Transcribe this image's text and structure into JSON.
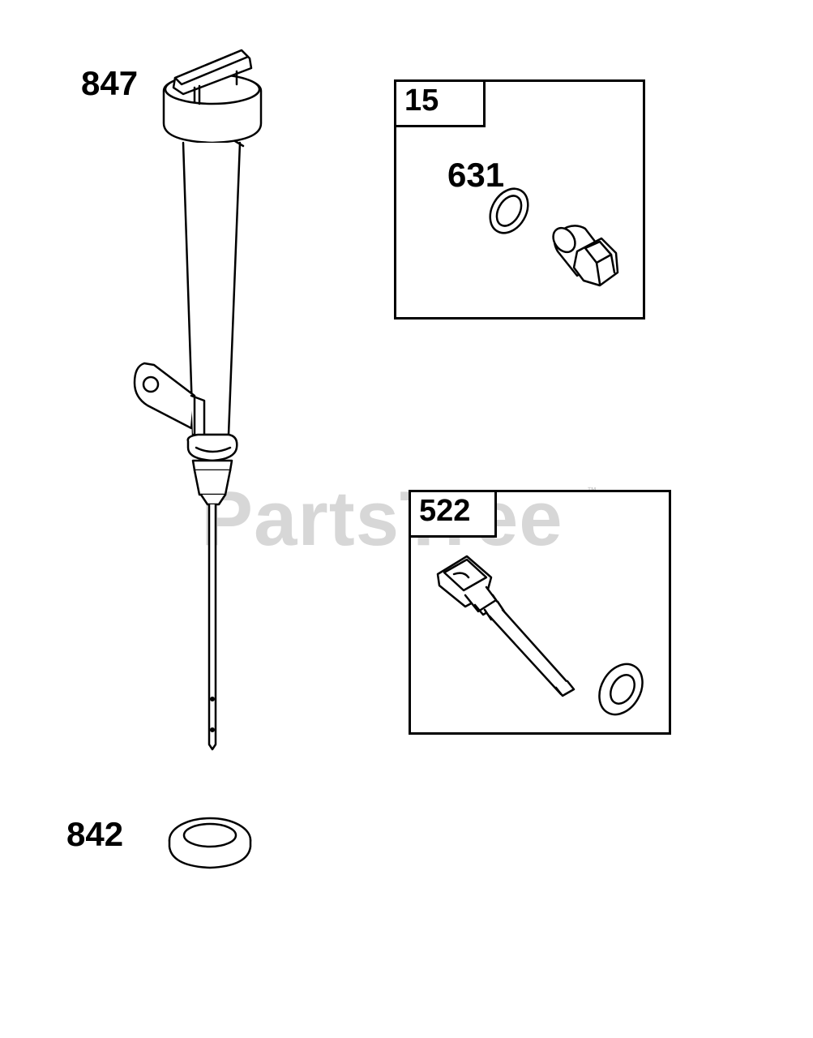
{
  "parts": {
    "dipstick_tube_label": "847",
    "gasket_label": "842",
    "kit_drain_plug_label": "15",
    "drain_plug_washer_label": "631",
    "kit_oil_fill_label": "522"
  },
  "watermark": {
    "text": "PartsTree",
    "trademark": "™"
  }
}
